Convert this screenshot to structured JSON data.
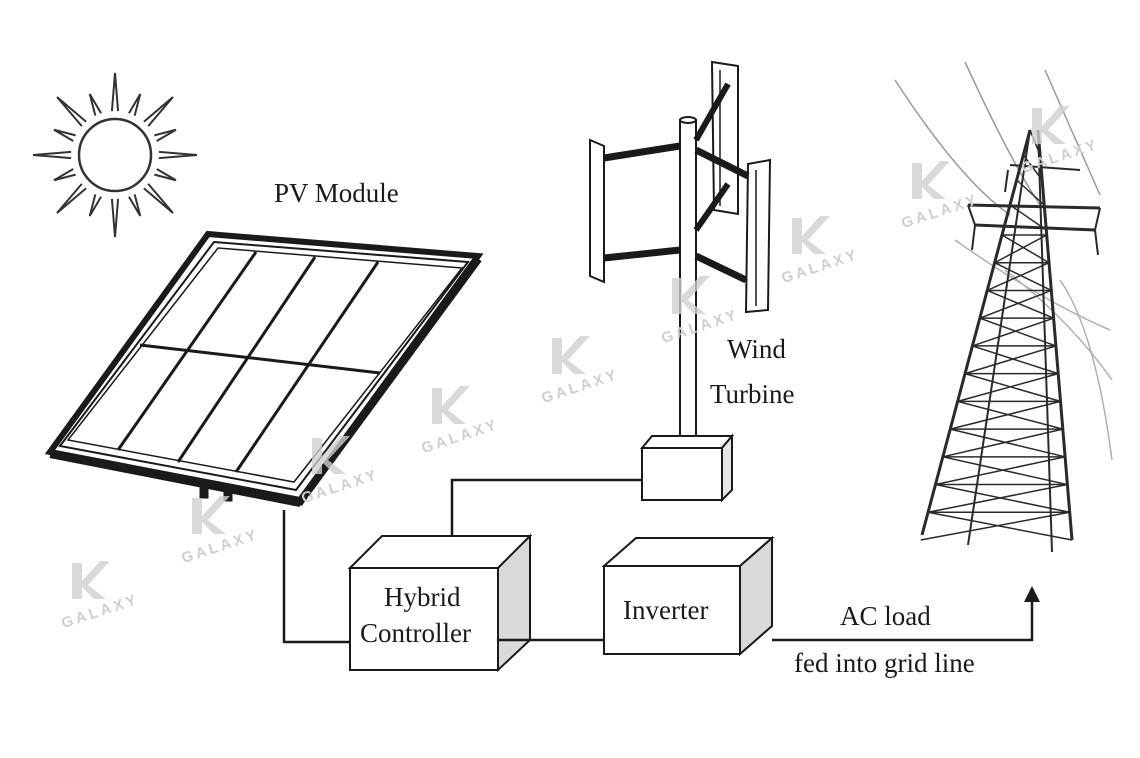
{
  "labels": {
    "pv_module": "PV Module",
    "wind_line1": "Wind",
    "wind_line2": "Turbine",
    "hybrid_line1": "Hybrid",
    "hybrid_line2": "Controller",
    "inverter": "Inverter",
    "ac_line1": "AC load",
    "ac_line2": "fed into grid line"
  },
  "watermark": {
    "text": "GALAXY"
  },
  "icons": [
    "sun-icon",
    "solar-panel-icon",
    "wind-turbine-icon",
    "transmission-tower-icon",
    "arrow-up-icon"
  ],
  "colors": {
    "line": "#1a1a1a",
    "box_side": "#d9d9d9",
    "watermark": "#cfcfcf"
  }
}
